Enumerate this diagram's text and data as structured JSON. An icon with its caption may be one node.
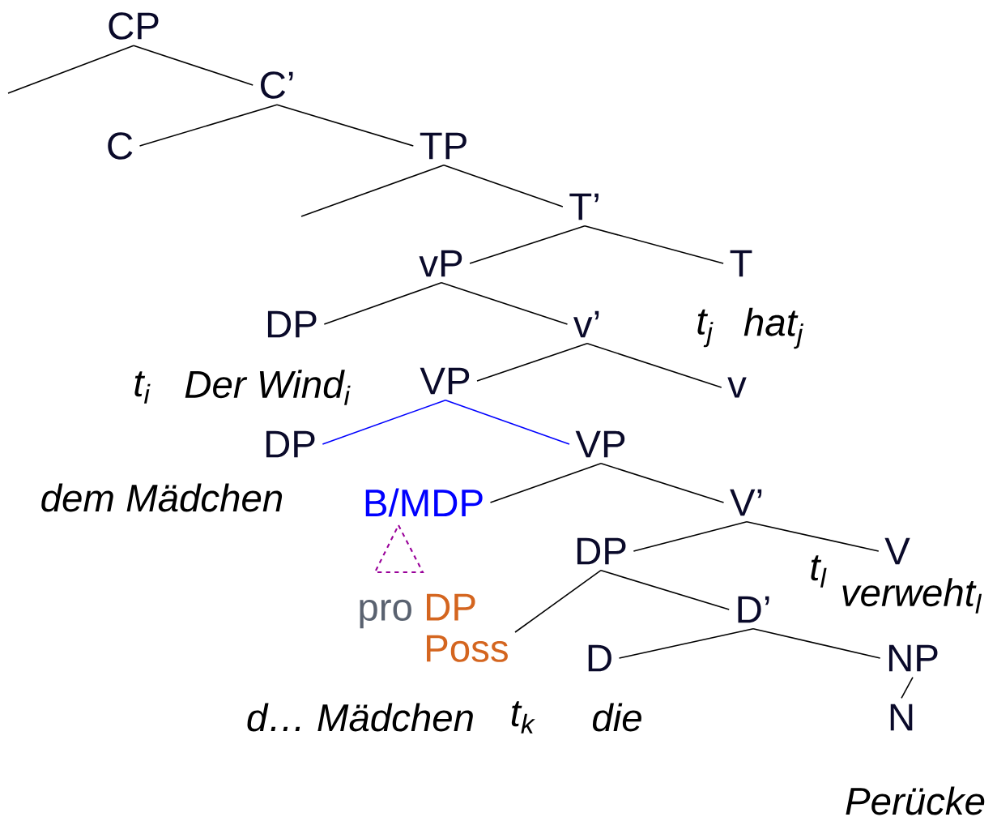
{
  "diagram": {
    "nodes": [
      {
        "text": [
          "CP"
        ]
      },
      {
        "text": [
          "C’"
        ]
      },
      {
        "text": [
          "C"
        ]
      },
      {
        "text": [
          "TP"
        ]
      },
      {
        "text": [
          "T’"
        ]
      },
      {
        "text": [
          "vP"
        ]
      },
      {
        "text": [
          "T"
        ],
        "beside": [
          "t$_{j}$",
          "hat$_{j}$"
        ]
      },
      {
        "text": [
          "DP"
        ],
        "beside": [
          "t$_{i}$",
          "Der Wind$_{i}$"
        ]
      },
      {
        "text": [
          "v’"
        ]
      },
      {
        "text": [
          "VP"
        ]
      },
      {
        "text": [
          "v"
        ]
      },
      {
        "text": [
          "DP"
        ],
        "beside": [
          "dem Mädchen"
        ]
      },
      {
        "text": [
          "VP"
        ]
      },
      {
        "text": [
          "B/MDP"
        ]
      },
      {
        "text": [
          "V’"
        ]
      },
      {
        "text": [
          "DP"
        ]
      },
      {
        "text": [
          "V"
        ],
        "beside": [
          "t$_{l}$",
          "verweht$_{l}$"
        ]
      },
      {
        "text": [
          "pro",
          "DP",
          "Poss"
        ],
        "beside": [
          "d… Mädchen",
          "t$_{k}$"
        ]
      },
      {
        "text": [
          "D’"
        ]
      },
      {
        "text": [
          "D"
        ],
        "beside": [
          "die"
        ]
      },
      {
        "text": [
          "NP"
        ]
      },
      {
        "text": [
          "N"
        ],
        "beside": [
          "Perücke"
        ]
      }
    ],
    "edges": [
      {
        "from": 0,
        "to": null,
        "arrow": "none"
      },
      {
        "from": 0,
        "to": 1,
        "arrow": "none"
      },
      {
        "from": 1,
        "to": 2,
        "arrow": "none"
      },
      {
        "from": 1,
        "to": 3,
        "arrow": "none"
      },
      {
        "from": 3,
        "to": null,
        "arrow": "none"
      },
      {
        "from": 3,
        "to": 4,
        "arrow": "none"
      },
      {
        "from": 4,
        "to": 5,
        "arrow": "none"
      },
      {
        "from": 4,
        "to": 6,
        "arrow": "none"
      },
      {
        "from": 5,
        "to": 7,
        "arrow": "none"
      },
      {
        "from": 5,
        "to": 8,
        "arrow": "none"
      },
      {
        "from": 8,
        "to": 9,
        "arrow": "none"
      },
      {
        "from": 8,
        "to": 10,
        "arrow": "none"
      },
      {
        "from": 9,
        "to": 11,
        "arrow": "none",
        "color": "#0000ff"
      },
      {
        "from": 9,
        "to": 12,
        "arrow": "none",
        "color": "#0000ff"
      },
      {
        "from": 12,
        "to": 13,
        "arrow": "none"
      },
      {
        "from": 12,
        "to": 14,
        "arrow": "none"
      },
      {
        "from": 14,
        "to": 15,
        "arrow": "none"
      },
      {
        "from": 14,
        "to": 16,
        "arrow": "none"
      },
      {
        "from": 15,
        "to": 17,
        "arrow": "none"
      },
      {
        "from": 15,
        "to": 18,
        "arrow": "none"
      },
      {
        "from": 18,
        "to": 19,
        "arrow": "none"
      },
      {
        "from": 18,
        "to": 20,
        "arrow": "none"
      },
      {
        "from": 20,
        "to": 21,
        "arrow": "none"
      }
    ]
  }
}
